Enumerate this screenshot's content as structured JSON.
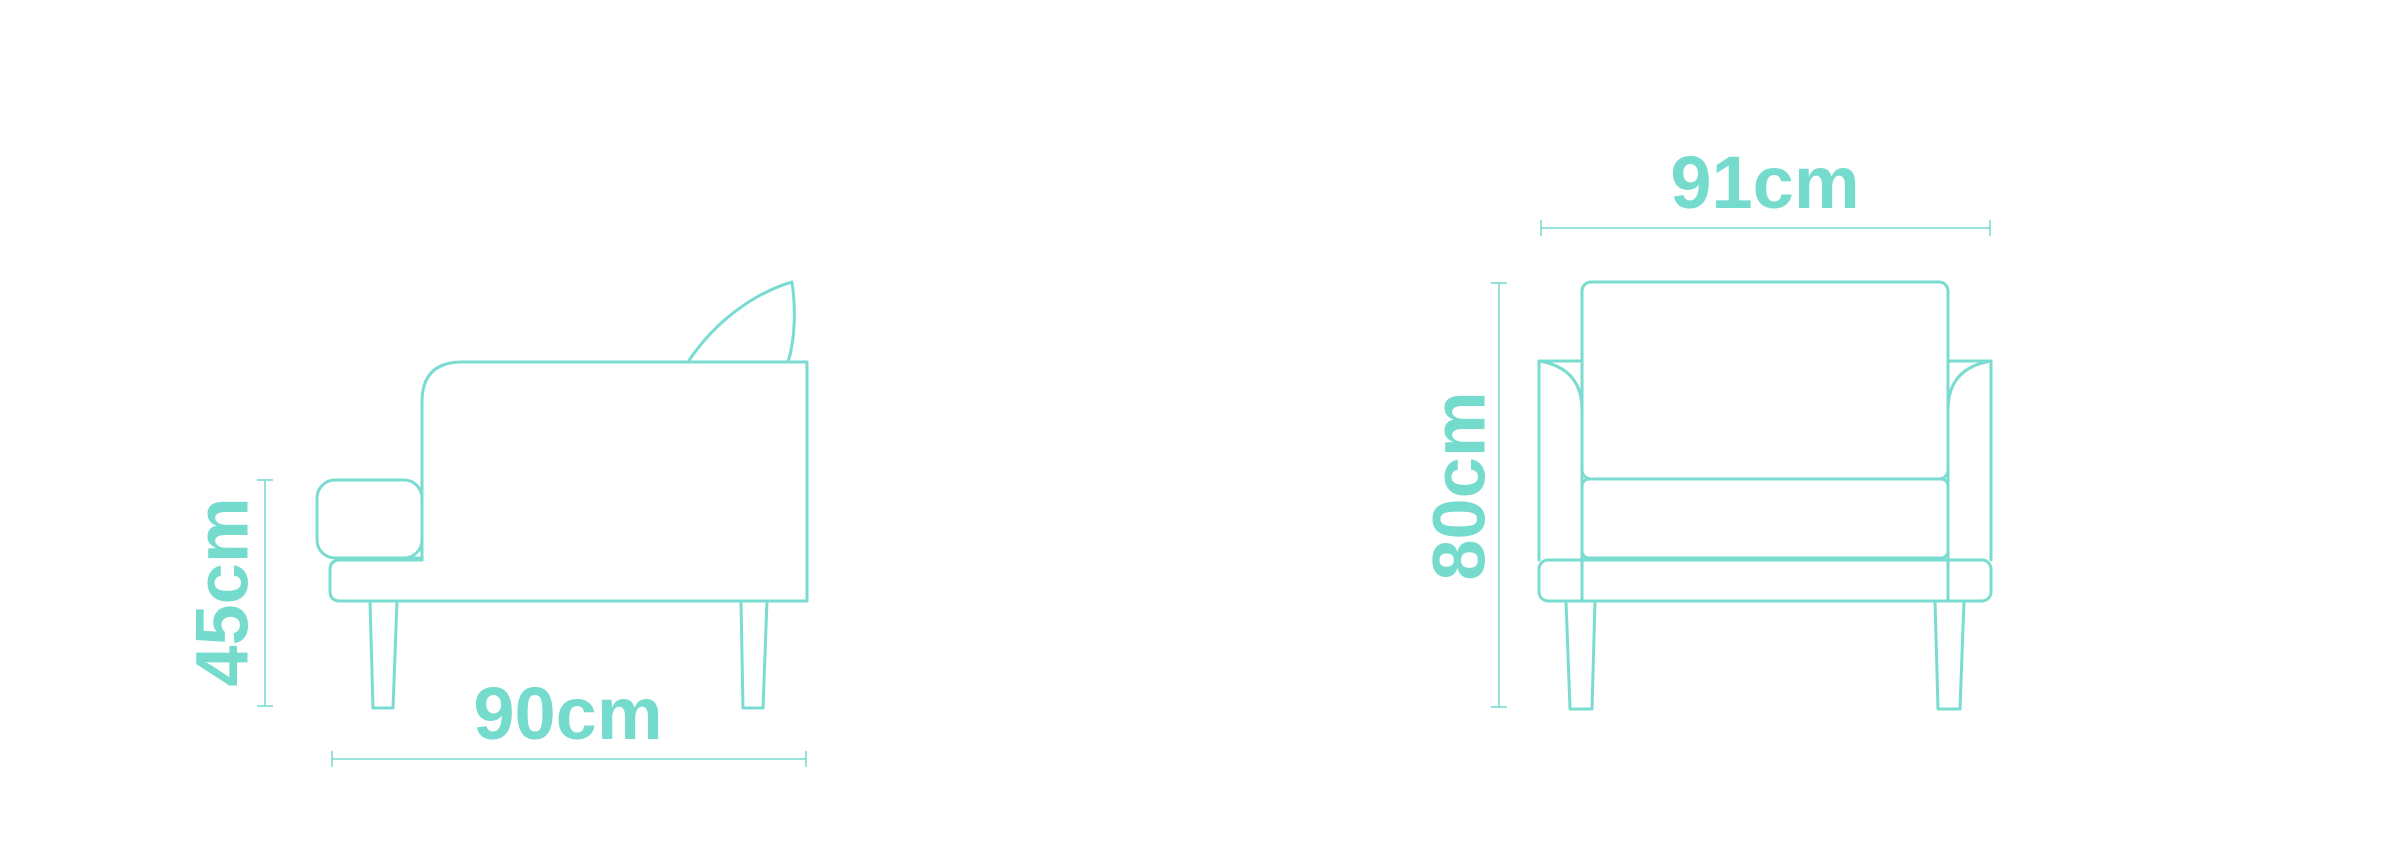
{
  "colors": {
    "line": "#7adcd0",
    "text": "#74dbcd",
    "background": "#ffffff"
  },
  "side_view": {
    "height_label": "45cm",
    "depth_label": "90cm"
  },
  "front_view": {
    "width_label": "91cm",
    "height_label": "80cm"
  }
}
